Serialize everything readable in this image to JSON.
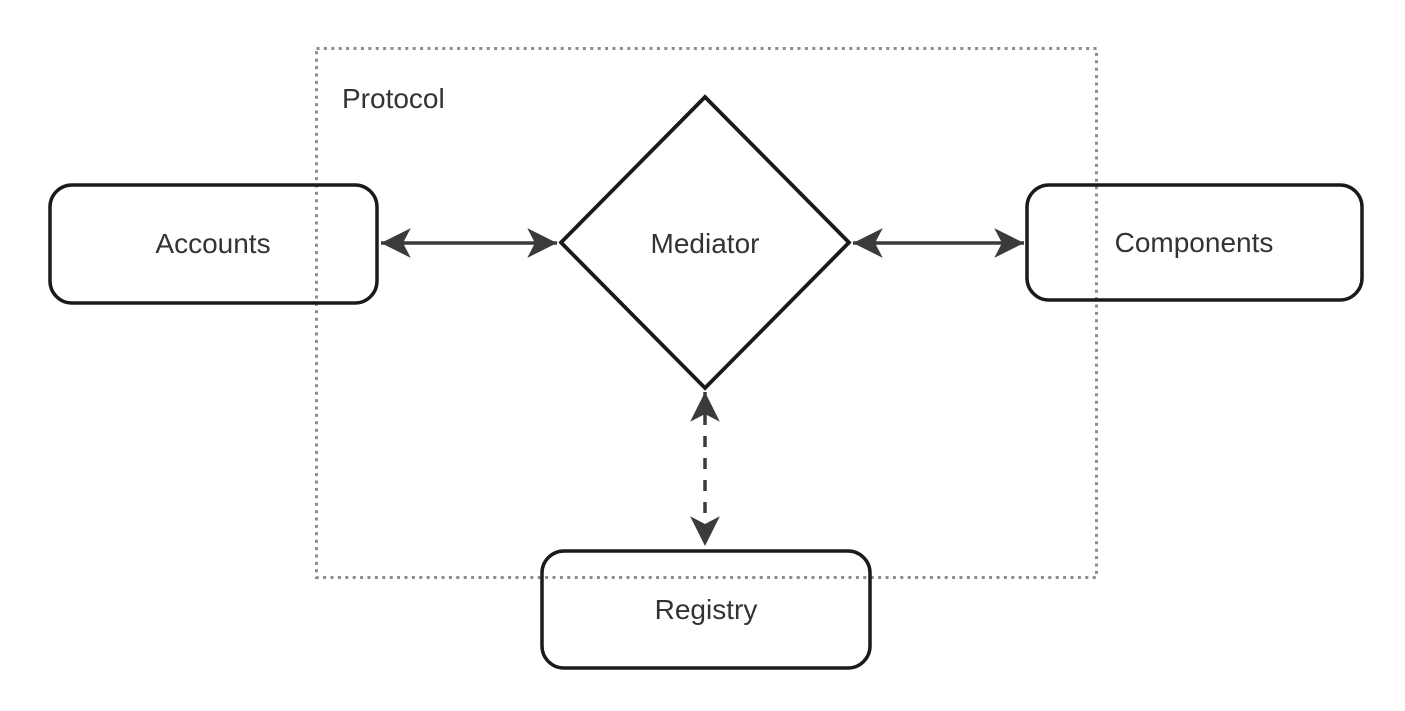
{
  "colors": {
    "background": "#ffffff",
    "node_stroke": "#1a1a1a",
    "arrow": "#3b3b3b",
    "frame": "#8c8c8c",
    "label": "#333333"
  },
  "diagram": {
    "type": "architecture-diagram",
    "container": {
      "label": "Protocol",
      "border_style": "dotted"
    },
    "nodes": [
      {
        "id": "accounts",
        "label": "Accounts",
        "shape": "rounded-rect",
        "inside_container": "partially"
      },
      {
        "id": "mediator",
        "label": "Mediator",
        "shape": "diamond",
        "inside_container": "fully"
      },
      {
        "id": "components",
        "label": "Components",
        "shape": "rounded-rect",
        "inside_container": "partially"
      },
      {
        "id": "registry",
        "label": "Registry",
        "shape": "rounded-rect",
        "inside_container": "partially"
      }
    ],
    "edges": [
      {
        "from": "accounts",
        "to": "mediator",
        "style": "solid",
        "direction": "bidirectional"
      },
      {
        "from": "mediator",
        "to": "components",
        "style": "solid",
        "direction": "bidirectional"
      },
      {
        "from": "mediator",
        "to": "registry",
        "style": "dashed",
        "direction": "bidirectional"
      }
    ]
  }
}
